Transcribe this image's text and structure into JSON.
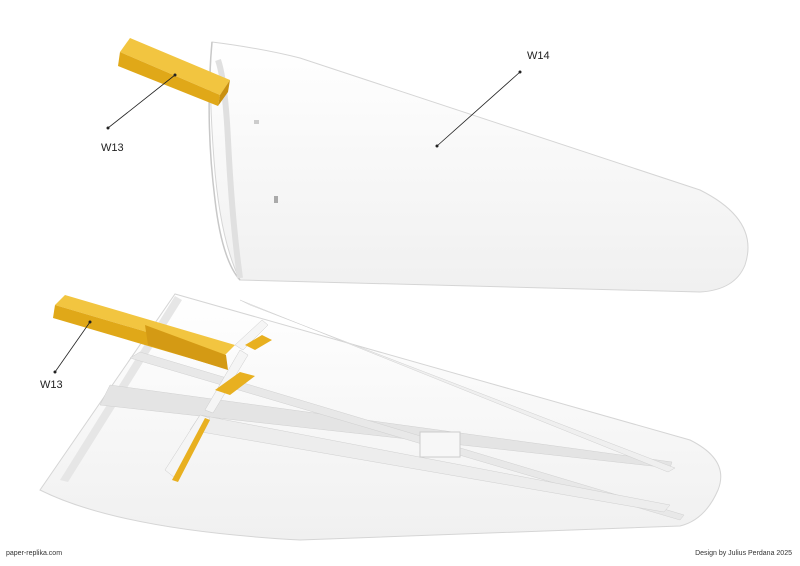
{
  "labels": {
    "upper_part": "W14",
    "upper_spar": "W13",
    "lower_spar": "W13"
  },
  "footer": {
    "website": "paper-replika.com",
    "credit": "Design by Julius Perdana 2025"
  },
  "colors": {
    "spar": "#E8B020",
    "skin": "#FAFAFA",
    "edge": "#D8D8D8"
  }
}
